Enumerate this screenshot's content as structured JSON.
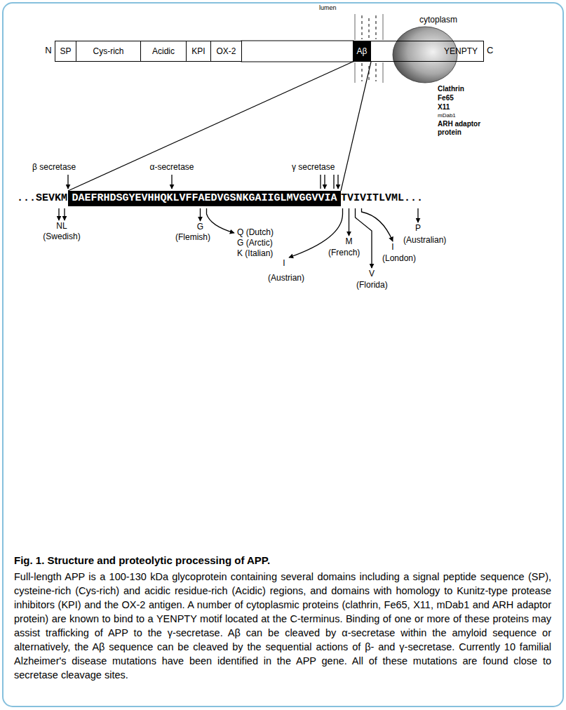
{
  "diagram": {
    "title": "Fig. 1. Structure and proteolytic processing of APP.",
    "caption": "Full-length APP is a 100-130 kDa glycoprotein containing several domains including a signal peptide sequence (SP), cysteine-rich (Cys-rich) and acidic residue-rich (Acidic) regions, and domains with homology to Kunitz-type protease inhibitors (KPI) and the OX-2 antigen. A number of cytoplasmic proteins (clathrin, Fe65, X11, mDab1 and ARH adaptor protein) are known to bind to a YENPTY motif located at the C-terminus. Binding of one or more of these proteins may assist trafficking of APP to the γ-secretase. Aβ can be cleaved by α-secretase within the amyloid sequence or alternatively, the Aβ sequence can be cleaved by the sequential actions of β- and γ-secretase. Currently 10 familial Alzheimer's disease mutations have been identified in the APP gene. All of these mutations are found close to secretase cleavage sites.",
    "nodes": [
      {
        "text": [
          "SP"
        ]
      },
      {
        "text": [
          "Cys-rich"
        ]
      },
      {
        "text": [
          "Acidic"
        ]
      },
      {
        "text": [
          "KPI"
        ]
      },
      {
        "text": [
          "OX-2"
        ]
      },
      {
        "text": [
          "Aβ"
        ]
      },
      {
        "text": [
          "YENPTY"
        ]
      },
      {
        "text": [
          "DAEFRHDSGYEVHHQKLVFFAEDVGSNKGAIIGLMVGGVVIA"
        ]
      }
    ],
    "edges": [
      {
        "from": 5,
        "to": 7,
        "arrow": "none"
      },
      {
        "from": 5,
        "to": 7,
        "arrow": "none"
      }
    ],
    "labels": [
      "lumen",
      "cytoplasm",
      "N",
      "C",
      "Clathrin",
      "Fe65",
      "X11",
      "mDab1",
      "ARH adaptor protein",
      "β secretase",
      "α-secretase",
      "γ secretase",
      "...SEVKM",
      "TVIVITLVML...",
      "NL",
      "(Swedish)",
      "G",
      "(Flemish)",
      "Q (Dutch)",
      "G (Arctic)",
      "K (Italian)",
      "I",
      "(Austrian)",
      "M",
      "(French)",
      "V",
      "(Florida)",
      "I",
      "(London)",
      "P",
      "(Australian)"
    ]
  }
}
